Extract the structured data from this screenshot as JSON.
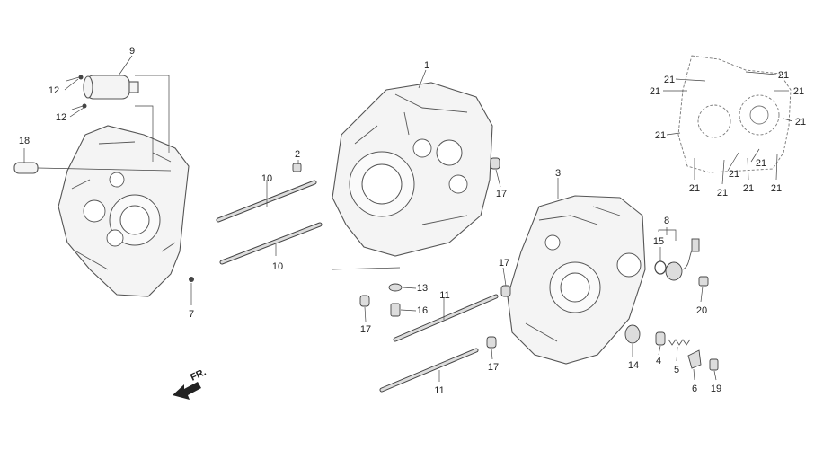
{
  "diagram": {
    "callouts": {
      "c1": "1",
      "c2": "2",
      "c3": "3",
      "c4": "4",
      "c5": "5",
      "c6": "6",
      "c7": "7",
      "c8": "8",
      "c9": "9",
      "c10a": "10",
      "c10b": "10",
      "c11a": "11",
      "c11b": "11",
      "c12a": "12",
      "c12b": "12",
      "c13": "13",
      "c14": "14",
      "c15": "15",
      "c16": "16",
      "c17a": "17",
      "c17b": "17",
      "c17c": "17",
      "c17d": "17",
      "c18": "18",
      "c19": "19",
      "c20": "20",
      "c21a": "21",
      "c21b": "21",
      "c21c": "21",
      "c21d": "21",
      "c21e": "21",
      "c21f": "21",
      "c21g": "21",
      "c21h": "21",
      "c21i": "21",
      "c21j": "21",
      "c21k": "21",
      "c21l": "21"
    },
    "front_marker": "FR.",
    "colors": {
      "line": "#555555",
      "text": "#222222",
      "fill": "#f4f4f4",
      "background": "#ffffff"
    }
  }
}
